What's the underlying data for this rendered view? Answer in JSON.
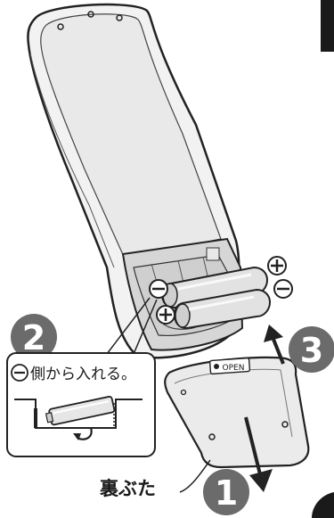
{
  "steps": {
    "one": "1",
    "two": "2",
    "three": "3"
  },
  "callout": {
    "minus_symbol": "−",
    "text": "側から入れる。"
  },
  "labels": {
    "back_cover": "裏ぶた",
    "open": "OPEN"
  },
  "polarity": {
    "plus": "+",
    "minus": "−"
  },
  "colors": {
    "step_badge": "#6b6b6b",
    "outline": "#222222",
    "remote_body": "#f2f2f2",
    "cover": "#ebebeb",
    "battery": "#dcdcdc"
  }
}
